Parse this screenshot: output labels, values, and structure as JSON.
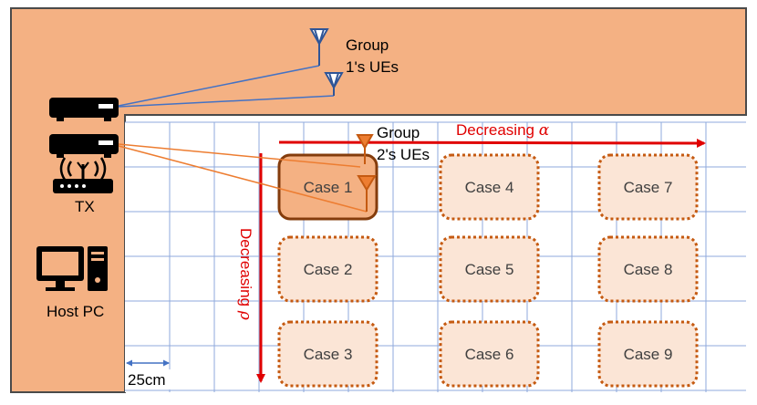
{
  "labels": {
    "group1": [
      "Group",
      "1's UEs"
    ],
    "group2": [
      "Group",
      "2's UEs"
    ],
    "tx": "TX",
    "host_pc": "Host PC",
    "decreasing_alpha": "Decreasing",
    "alpha_symbol": "α",
    "decreasing_rho": "Decreasing",
    "rho_symbol": "ρ",
    "scale": "25cm"
  },
  "cases": [
    {
      "label": "Case 1",
      "active": true
    },
    {
      "label": "Case 2",
      "active": false
    },
    {
      "label": "Case 3",
      "active": false
    },
    {
      "label": "Case 4",
      "active": false
    },
    {
      "label": "Case 5",
      "active": false
    },
    {
      "label": "Case 6",
      "active": false
    },
    {
      "label": "Case 7",
      "active": false
    },
    {
      "label": "Case 8",
      "active": false
    },
    {
      "label": "Case 9",
      "active": false
    }
  ],
  "colors": {
    "room_fill": "#f4b183",
    "room_border": "#4a4a4a",
    "grid_line": "#8faadc",
    "arrow_red": "#e00000",
    "antenna_blue": "#2f5597",
    "antenna_orange": "#ed7d31",
    "case_active_fill": "#f4b183",
    "case_active_border": "#843c0c",
    "case_fill": "#fbe5d6",
    "case_border": "#c55a11"
  }
}
